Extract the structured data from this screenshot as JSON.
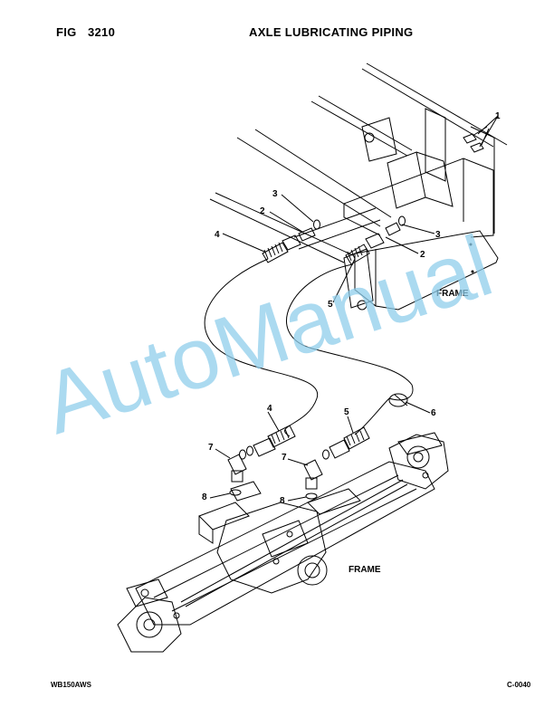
{
  "header": {
    "fig_label": "FIG",
    "fig_number": "3210",
    "title": "AXLE LUBRICATING PIPING"
  },
  "footer": {
    "model": "WB150AWS",
    "page_code": "C-0040"
  },
  "frame_labels": {
    "upper": "FRAME",
    "lower": "FRAME"
  },
  "callouts": {
    "c1": "1",
    "c2a": "2",
    "c2b": "2",
    "c3a": "3",
    "c3b": "3",
    "c4a": "4",
    "c4b": "4",
    "c5a": "5",
    "c5b": "5",
    "c6": "6",
    "c7a": "7",
    "c7b": "7",
    "c8a": "8",
    "c8b": "8"
  },
  "watermark": {
    "text": "AutoManual",
    "color": "#8fcdeb"
  }
}
